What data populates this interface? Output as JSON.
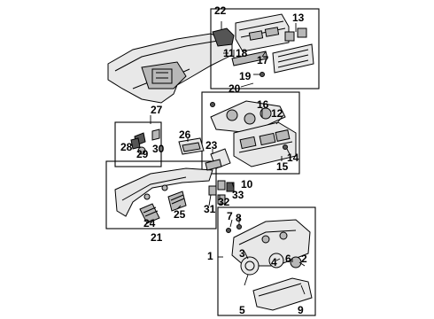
{
  "diagram": {
    "callouts": {
      "c1": "1",
      "c2": "2",
      "c3": "3",
      "c4": "4",
      "c5": "5",
      "c6": "6",
      "c7": "7",
      "c8": "8",
      "c9": "9",
      "c10": "10",
      "c11": "11",
      "c12": "12",
      "c13": "13",
      "c14": "14",
      "c15": "15",
      "c16": "16",
      "c17": "17",
      "c18": "18",
      "c19": "19",
      "c20": "20",
      "c21": "21",
      "c22": "22",
      "c23": "23",
      "c24": "24",
      "c25": "25",
      "c26": "26",
      "c27": "27",
      "c28": "28",
      "c29": "29",
      "c30": "30",
      "c31": "31",
      "c32": "32",
      "c33": "33"
    }
  }
}
